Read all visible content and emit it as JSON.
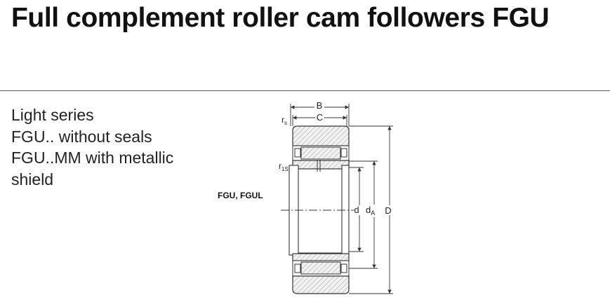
{
  "header": {
    "title": "Full complement roller cam followers FGU"
  },
  "description": {
    "lines": [
      "Light series",
      "FGU.. without seals",
      "FGU..MM with metallic",
      "shield"
    ]
  },
  "drawing": {
    "label": "FGU, FGUL",
    "dimensions": {
      "B": "B",
      "C": "C",
      "rs_main": "r",
      "rs_sub": "s",
      "r1s_main": "r",
      "r1s_sub": "1S",
      "d": "d",
      "dA_main": "d",
      "dA_sub": "A",
      "D": "D"
    }
  }
}
